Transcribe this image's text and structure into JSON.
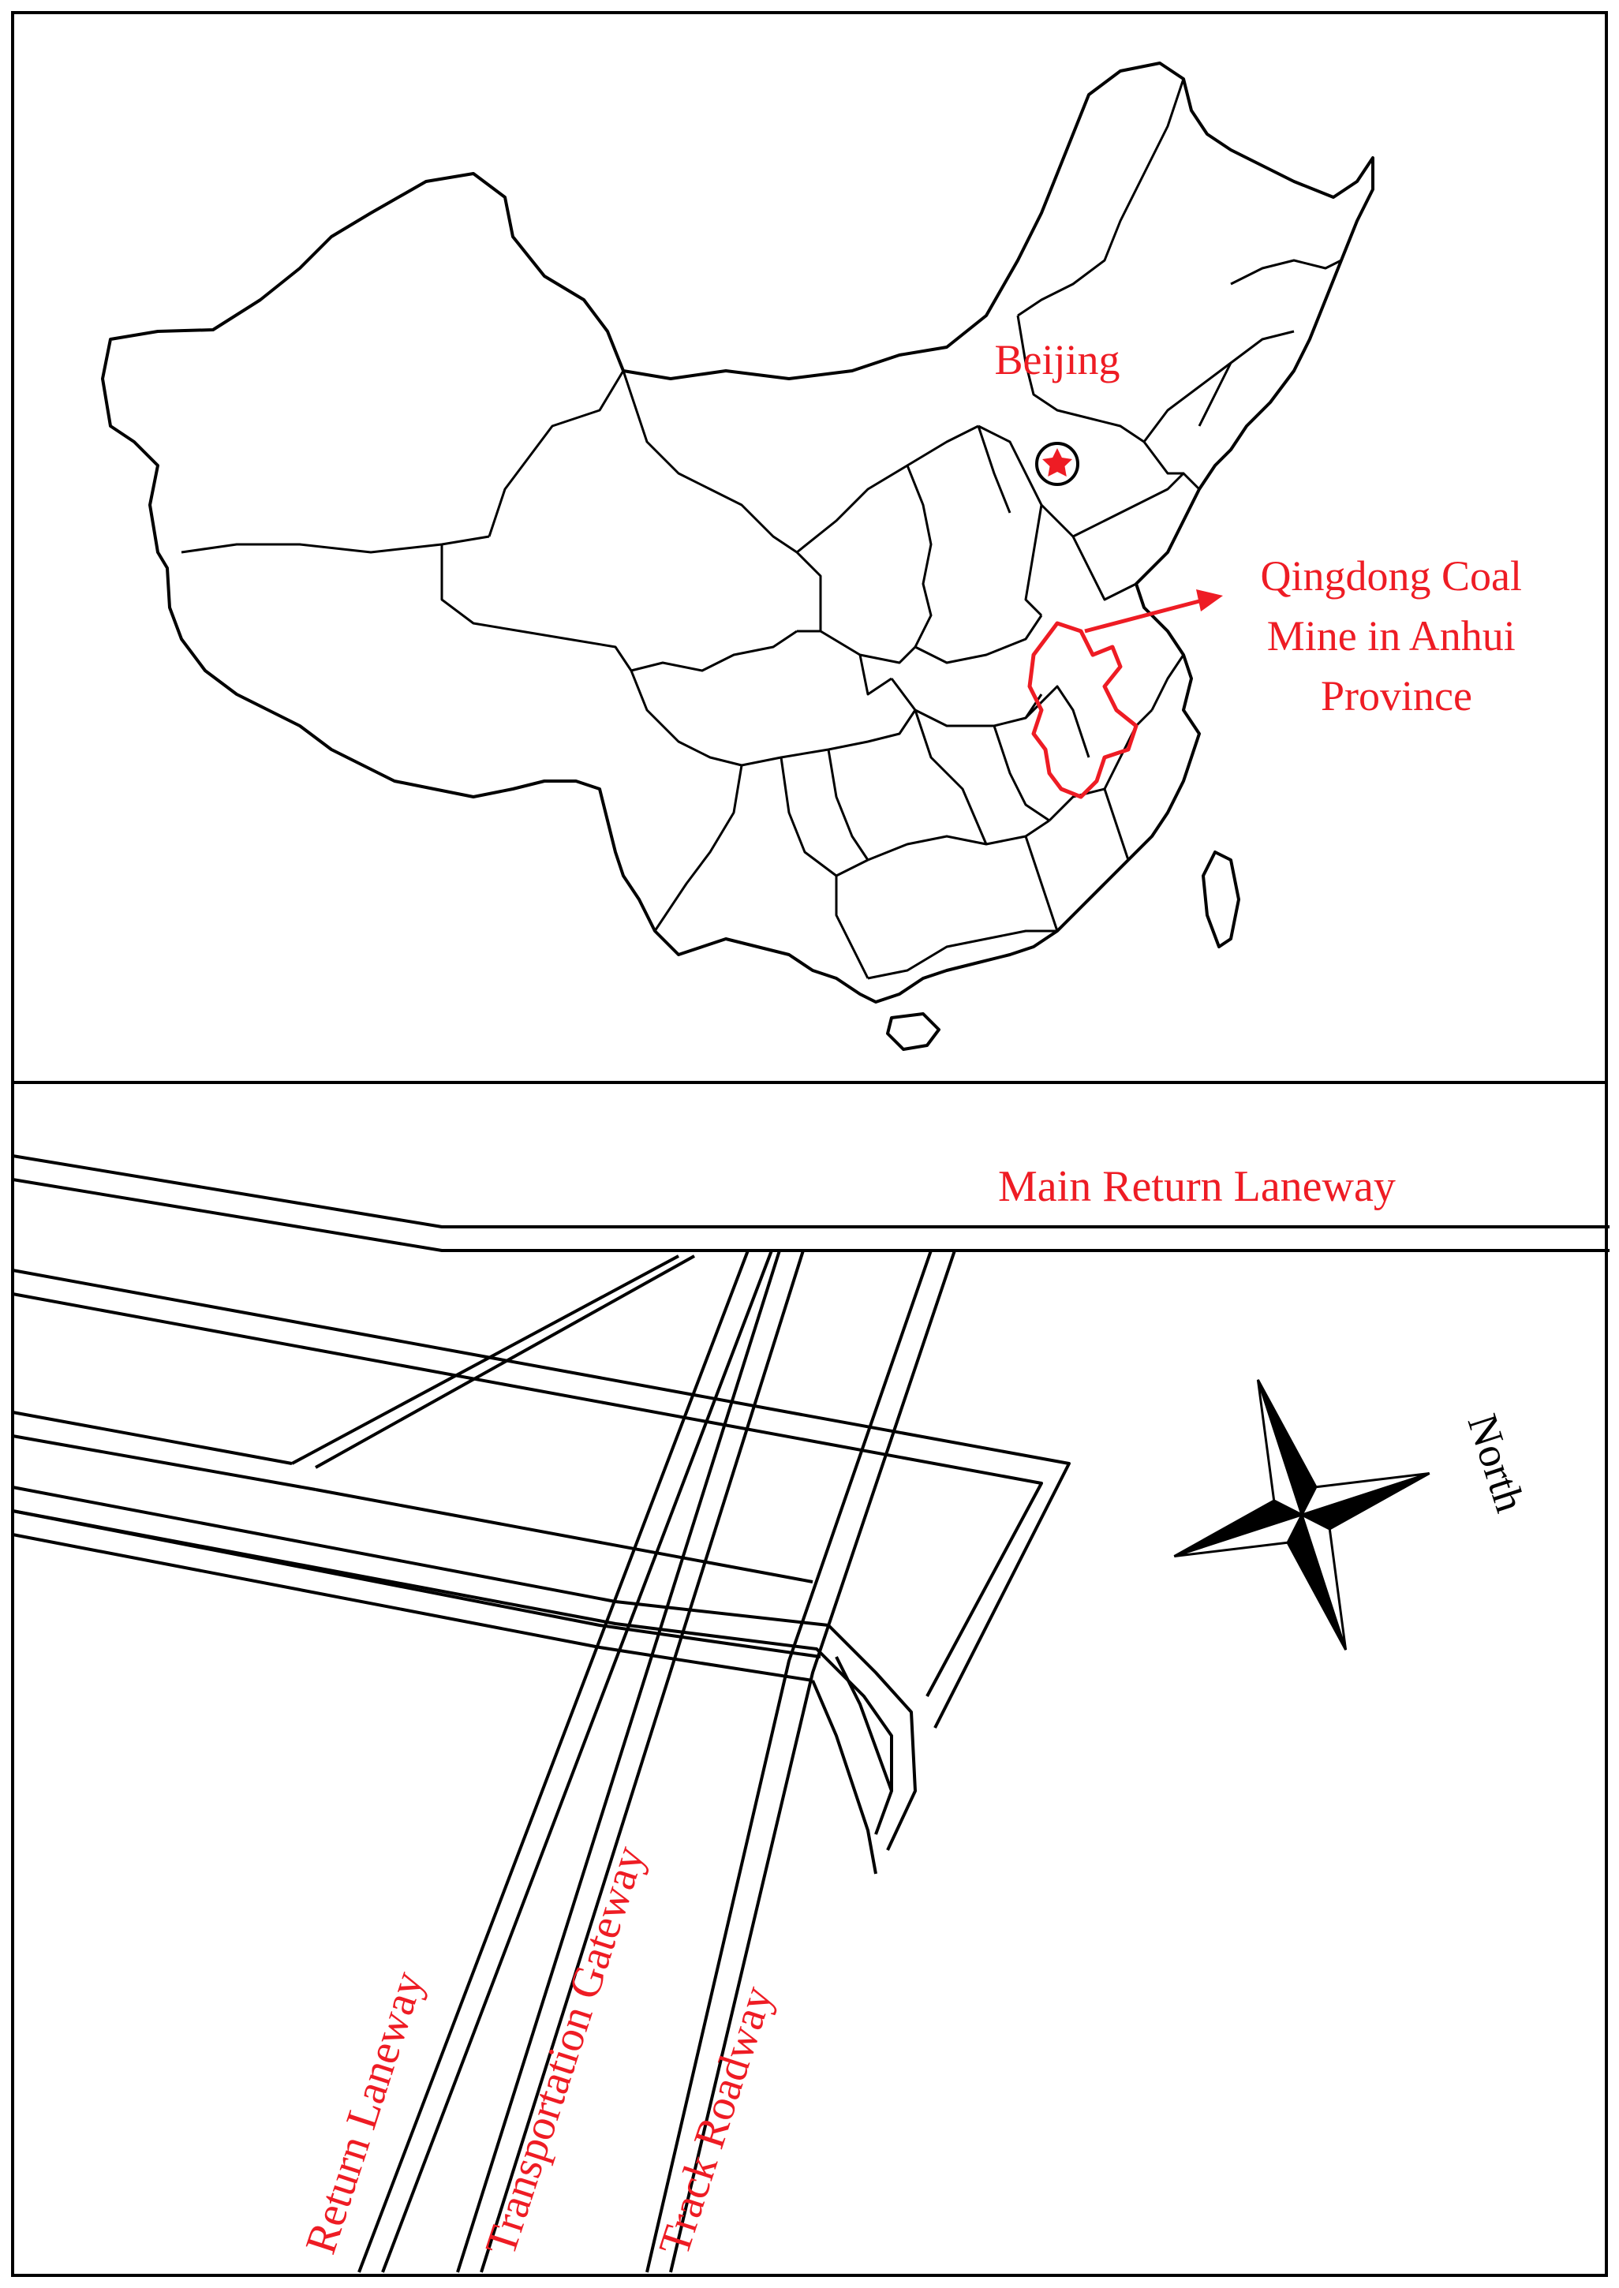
{
  "colors": {
    "frame": "#000000",
    "outline": "#000000",
    "annotation": "#ee1c24",
    "background": "#ffffff"
  },
  "map": {
    "capital_label": "Beijing",
    "capital_marker": "star-marker",
    "site_label_lines": [
      "Qingdong Coal",
      "Mine in Anhui",
      "Province"
    ],
    "highlighted_province": "Anhui"
  },
  "layout": {
    "main_return_label": "Main Return Laneway",
    "return_laneway_label": "Return Laneway",
    "transportation_gateway_label": "Transportation Gateway",
    "track_roadway_label": "Track Roadway",
    "compass_label": "North",
    "compass_icon": "compass-rose-icon"
  }
}
